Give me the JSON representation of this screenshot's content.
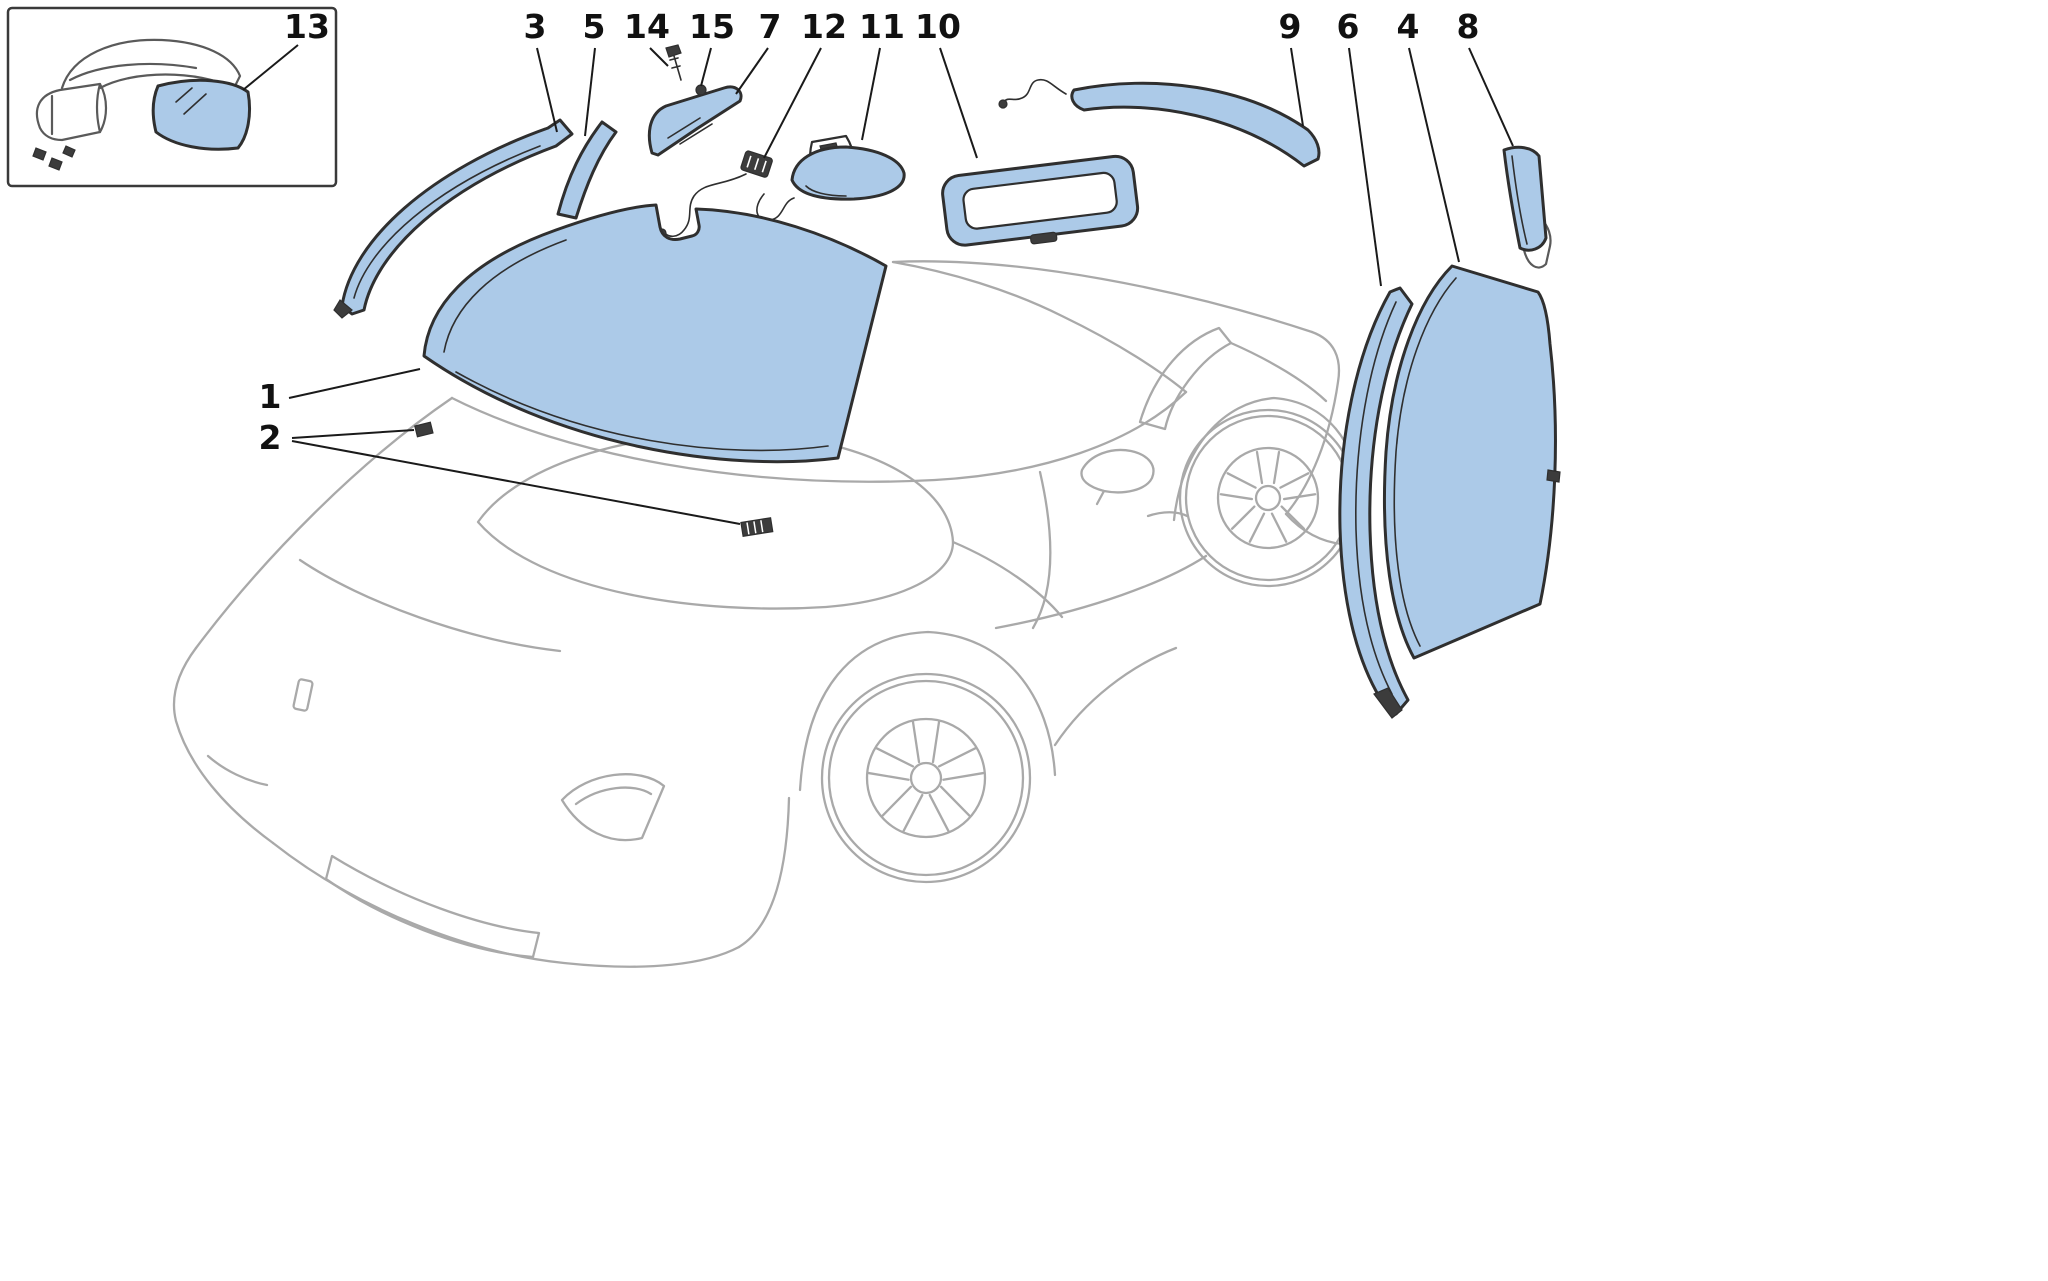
{
  "diagram": {
    "colors": {
      "background": "#ffffff",
      "highlight": "#accae8",
      "part_outline": "#2f2f2f",
      "part_detail": "#3c3c3c",
      "car_line": "#a9a9a9",
      "callout_text": "#111111",
      "leader_line": "#1a1a1a",
      "inset_border": "#3a3a3a"
    },
    "callouts": [
      {
        "label": "1"
      },
      {
        "label": "2"
      },
      {
        "label": "3"
      },
      {
        "label": "4"
      },
      {
        "label": "5"
      },
      {
        "label": "6"
      },
      {
        "label": "7"
      },
      {
        "label": "8"
      },
      {
        "label": "9"
      },
      {
        "label": "10"
      },
      {
        "label": "11"
      },
      {
        "label": "12"
      },
      {
        "label": "13"
      },
      {
        "label": "14"
      },
      {
        "label": "15"
      }
    ]
  }
}
